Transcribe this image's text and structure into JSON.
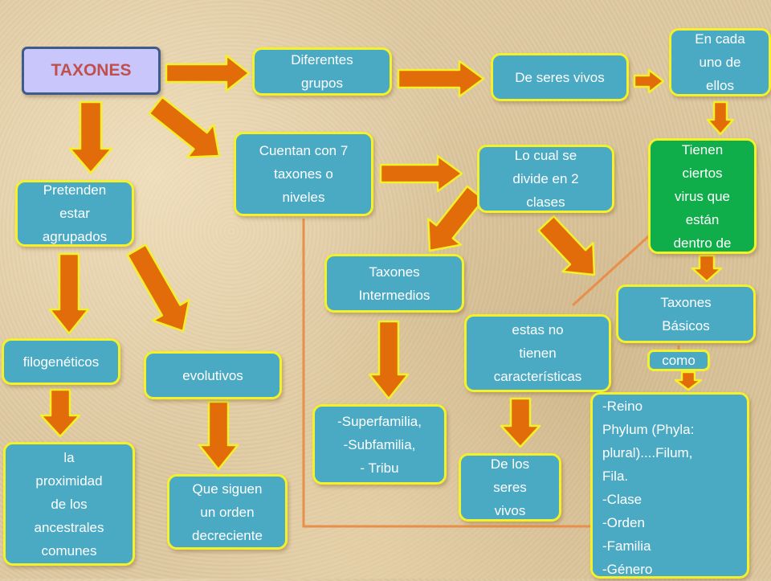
{
  "title": "TAXONES",
  "nodes": {
    "diferentes_grupos": "Diferentes\ngrupos",
    "seres_vivos": "De seres vivos",
    "en_cada": "En cada\nuno de\nellos",
    "cuentan": "Cuentan con 7\ntaxones o\nniveles",
    "lo_cual": "Lo cual se\ndivide en 2\nclases",
    "tienen_virus": "Tienen\nciertos\nvirus que\nestán\ndentro de",
    "pretenden": "Pretenden\nestar\nagrupados",
    "intermedios": "Taxones\nIntermedios",
    "basicos": "Taxones\nBásicos",
    "como": "como",
    "estas_no": "estas no\ntienen\ncaracterísticas",
    "filogeneticos": "filogenéticos",
    "evolutivos": "evolutivos",
    "superfamilia": "-Superfamilia,\n-Subfamilia,\n- Tribu",
    "de_los_seres": "De los\nseres\nvivos",
    "reino_list": "-Reino\nPhylum (Phyla:\nplural)....Filum,\nFila.\n-Clase\n-Orden\n-Familia\n-Género",
    "proximidad": "la\nproximidad\nde los\nancestrales\ncomunes",
    "que_siguen": "Que siguen\nun orden\ndecreciente"
  },
  "colors": {
    "box_fill": "#4aaac4",
    "box_border": "#f4f02a",
    "green_box_fill": "#10ae4a",
    "title_fill": "#c8c6fb",
    "title_text": "#c0504d",
    "arrow_fill": "#e36c0a",
    "arrow_border": "#f4f02a",
    "connector_line": "#e8904a"
  }
}
